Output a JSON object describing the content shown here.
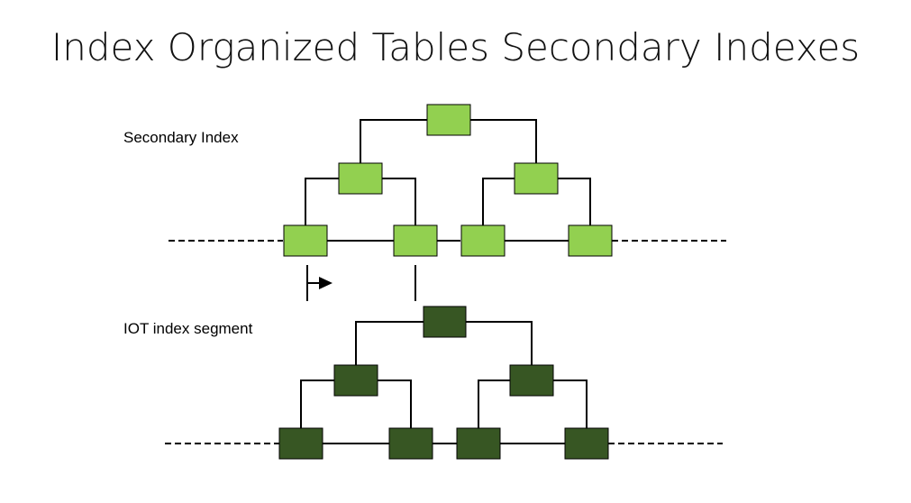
{
  "title": "Index Organized Tables Secondary Indexes",
  "labels": {
    "secondary_index": "Secondary Index",
    "iot_segment": "IOT index segment"
  },
  "colors": {
    "secondary_node_fill": "#92d050",
    "iot_node_fill": "#375623",
    "line": "#000000",
    "background": "#ffffff"
  },
  "trees": [
    {
      "id": "secondary-index",
      "node_fill_key": "secondary_node_fill",
      "nodes": [
        {
          "id": "root",
          "level": 0
        },
        {
          "id": "branch-left",
          "level": 1,
          "parent": "root"
        },
        {
          "id": "branch-right",
          "level": 1,
          "parent": "root"
        },
        {
          "id": "leaf-1",
          "level": 2,
          "parent": "branch-left"
        },
        {
          "id": "leaf-2",
          "level": 2,
          "parent": "branch-left"
        },
        {
          "id": "leaf-3",
          "level": 2,
          "parent": "branch-right"
        },
        {
          "id": "leaf-4",
          "level": 2,
          "parent": "branch-right"
        }
      ]
    },
    {
      "id": "iot-index-segment",
      "node_fill_key": "iot_node_fill",
      "nodes": [
        {
          "id": "root",
          "level": 0
        },
        {
          "id": "branch-left",
          "level": 1,
          "parent": "root"
        },
        {
          "id": "branch-right",
          "level": 1,
          "parent": "root"
        },
        {
          "id": "leaf-1",
          "level": 2,
          "parent": "branch-left"
        },
        {
          "id": "leaf-2",
          "level": 2,
          "parent": "branch-left"
        },
        {
          "id": "leaf-3",
          "level": 2,
          "parent": "branch-right"
        },
        {
          "id": "leaf-4",
          "level": 2,
          "parent": "branch-right"
        }
      ]
    }
  ],
  "connectors": [
    {
      "from": "secondary-index.leaf-1",
      "to": "iot-index-segment",
      "style": "arrow"
    },
    {
      "from": "secondary-index.leaf-2",
      "to": "iot-index-segment.root",
      "style": "line"
    }
  ]
}
